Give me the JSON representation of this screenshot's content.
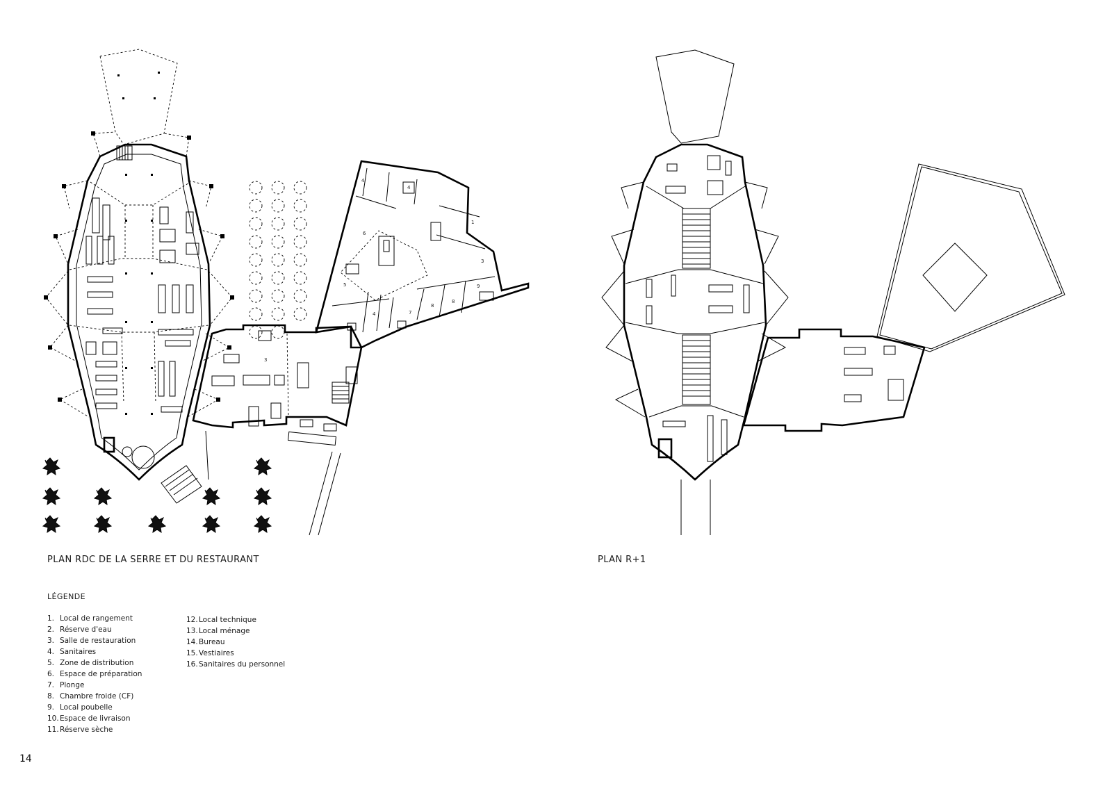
{
  "plans": [
    {
      "caption": "PLAN RDC DE LA SERRE ET DU RESTAURANT"
    },
    {
      "caption": "PLAN R+1"
    }
  ],
  "legend": {
    "title": "LÉGENDE",
    "items": [
      {
        "num": "1.",
        "label": "Local de rangement"
      },
      {
        "num": "2.",
        "label": "Réserve d'eau"
      },
      {
        "num": "3.",
        "label": "Salle de restauration"
      },
      {
        "num": "4.",
        "label": "Sanitaires"
      },
      {
        "num": "5.",
        "label": "Zone de distribution"
      },
      {
        "num": "6.",
        "label": "Espace de préparation"
      },
      {
        "num": "7.",
        "label": "Plonge"
      },
      {
        "num": "8.",
        "label": "Chambre froide (CF)"
      },
      {
        "num": "9.",
        "label": "Local poubelle"
      },
      {
        "num": "10.",
        "label": "Espace de livraison"
      },
      {
        "num": "11.",
        "label": "Réserve sèche"
      },
      {
        "num": "12.",
        "label": "Local technique"
      },
      {
        "num": "13.",
        "label": "Local ménage"
      },
      {
        "num": "14.",
        "label": "Bureau"
      },
      {
        "num": "15.",
        "label": "Vestiaires"
      },
      {
        "num": "16.",
        "label": "Sanitaires du personnel"
      }
    ]
  },
  "page_number": "14"
}
